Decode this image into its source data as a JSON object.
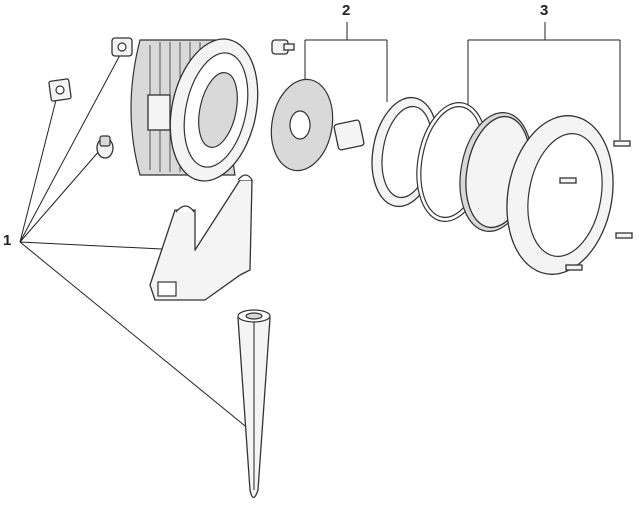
{
  "callouts": {
    "part_group_1": "1",
    "part_group_2": "2",
    "part_group_3": "3"
  }
}
